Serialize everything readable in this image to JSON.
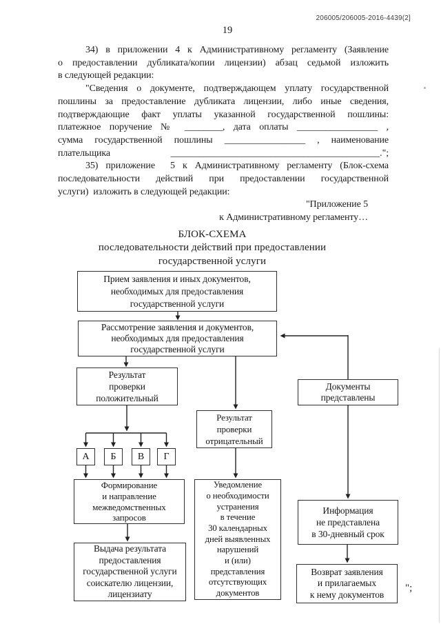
{
  "header": {
    "doc_number": "206005/206005-2016-4439(2]",
    "page_number": "19"
  },
  "body": {
    "lines": [
      "34) в приложении 4 к Административному регламенту (Заявление",
      "о предоставлении дубликата/копии лицензии) абзац седьмой изложить",
      "в следующей редакции:",
      "\"Сведения о документе, подтверждающем уплату государственной",
      "пошлины за предоставление дубликата лицензии, либо иные сведения,",
      "подтверждающие факт уплаты указанной государственной пошлины:",
      "платежное поручение № ________, дата оплаты _________________ ,",
      "сумма государственной пошлины _________________ , наименование",
      "плательщика ____________________________________________.\";",
      "35) приложение  5 к Административному регламенту (Блок-схема",
      "последовательности действий при предоставлении государственной",
      "услуги)  изложить в следующей редакции:",
      "\"Приложение 5",
      "к Административному регламенту…"
    ]
  },
  "chart_title": {
    "t1": "БЛОК-СХЕМА",
    "t2": "последовательности действий при предоставлении",
    "t3": "государственной услуги"
  },
  "flowchart": {
    "nodes": {
      "reception": "Прием заявления и иных документов,\nнеобходимых для предоставления\nгосударственной услуги",
      "review": "Рассмотрение заявления и документов,\nнеобходимых для предоставления\nгосударственной услуги",
      "check_positive": "Результат\nпроверки\nположительный",
      "check_negative": "Результат\nпроверки\nотрицательный",
      "docs_submitted": "Документы\nпредставлены",
      "letter_a": "А",
      "letter_b": "Б",
      "letter_v": "В",
      "letter_g": "Г",
      "interagency": "Формирование\nи направление\nмежведомственных\nзапросов",
      "issuance": "Выдача результата\nпредоставления\nгосударственной услуги\nсоискателю лицензии,\nлицензиату",
      "notification": "Уведомление\nо необходимости\nустранения\nв течение\n30 календарных\nдней выявленных\nнарушений\nи (или)\nпредставления\nотсутствующих\nдокументов",
      "info_not_submitted": "Информация\nне представлена\nв 30-дневный срок",
      "return_application": "Возврат заявления\nи прилагаемых\nк нему документов"
    },
    "edges": [
      {
        "from": "reception",
        "to": "review"
      },
      {
        "from": "review",
        "to": "check_positive"
      },
      {
        "from": "review",
        "to": "check_negative"
      },
      {
        "from": "docs_submitted",
        "to": "review"
      },
      {
        "from": "check_positive",
        "to": "letter_a"
      },
      {
        "from": "check_positive",
        "to": "letter_b"
      },
      {
        "from": "check_positive",
        "to": "letter_v"
      },
      {
        "from": "check_positive",
        "to": "letter_g"
      },
      {
        "from": "letter_a",
        "to": "interagency"
      },
      {
        "from": "letter_b",
        "to": "interagency"
      },
      {
        "from": "letter_v",
        "to": "interagency"
      },
      {
        "from": "letter_g",
        "to": "interagency"
      },
      {
        "from": "interagency",
        "to": "issuance"
      },
      {
        "from": "check_negative",
        "to": "notification"
      },
      {
        "from": "docs_submitted",
        "to": "info_not_submitted"
      },
      {
        "from": "info_not_submitted",
        "to": "return_application"
      }
    ]
  },
  "closing_quote": "\";"
}
